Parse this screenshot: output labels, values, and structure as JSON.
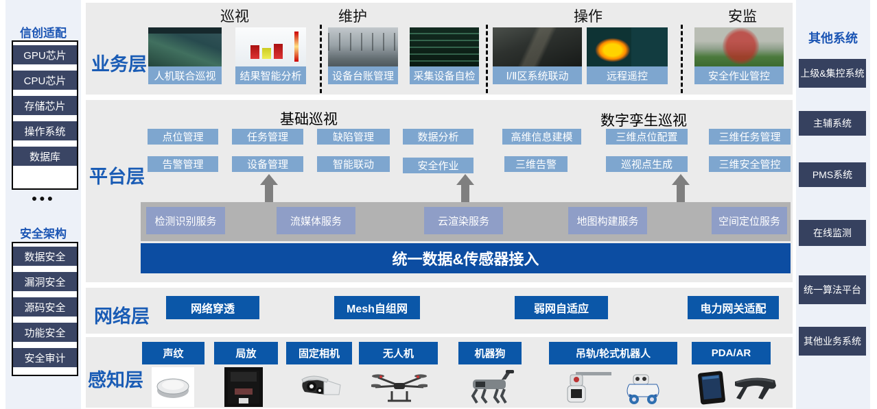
{
  "colors": {
    "accent_blue": "#1a5cb5",
    "navy": "#36415f",
    "steel_blue": "#7ea6cf",
    "periwinkle": "#8f9ec7",
    "dark_blue": "#0b57a8",
    "banner_blue": "#0c4da2",
    "band_gray": "#ebebeb",
    "services_gray": "#b2b2b2"
  },
  "left_sidebar": {
    "section1_title": "信创适配",
    "section1_items": [
      "GPU芯片",
      "CPU芯片",
      "存储芯片",
      "操作系统",
      "数据库"
    ],
    "ellipsis": "●●●",
    "section2_title": "安全架构",
    "section2_items": [
      "数据安全",
      "漏洞安全",
      "源码安全",
      "功能安全",
      "安全审计"
    ]
  },
  "right_sidebar": {
    "title": "其他系统",
    "items": [
      "上级&集控系统",
      "主辅系统",
      "PMS系统",
      "在线监测",
      "统一算法平台",
      "其他业务系统"
    ]
  },
  "business": {
    "layer_label": "业务层",
    "sections": [
      "巡视",
      "维护",
      "操作",
      "安监"
    ],
    "cards": [
      "人机联合巡视",
      "结果智能分析",
      "设备台账管理",
      "采集设备自检",
      "Ⅰ/Ⅱ区系统联动",
      "远程遥控",
      "安全作业管控"
    ]
  },
  "platform": {
    "layer_label": "平台层",
    "header_basic": "基础巡视",
    "header_twin": "数字孪生巡视",
    "row1": [
      "点位管理",
      "任务管理",
      "缺陷管理",
      "数据分析",
      "高维信息建模",
      "三维点位配置",
      "三维任务管理"
    ],
    "row2": [
      "告警管理",
      "设备管理",
      "智能联动",
      "安全作业",
      "三维告警",
      "巡视点生成",
      "三维安全管控"
    ],
    "services": [
      "检测识别服务",
      "流媒体服务",
      "云渲染服务",
      "地图构建服务",
      "空间定位服务"
    ],
    "banner": "统一数据&传感器接入"
  },
  "network": {
    "layer_label": "网络层",
    "items": [
      "网络穿透",
      "Mesh自组网",
      "弱网自适应",
      "电力网关适配"
    ]
  },
  "perception": {
    "layer_label": "感知层",
    "items": [
      "声纹",
      "局放",
      "固定相机",
      "无人机",
      "机器狗",
      "吊轨/轮式机器人",
      "PDA/AR"
    ]
  }
}
